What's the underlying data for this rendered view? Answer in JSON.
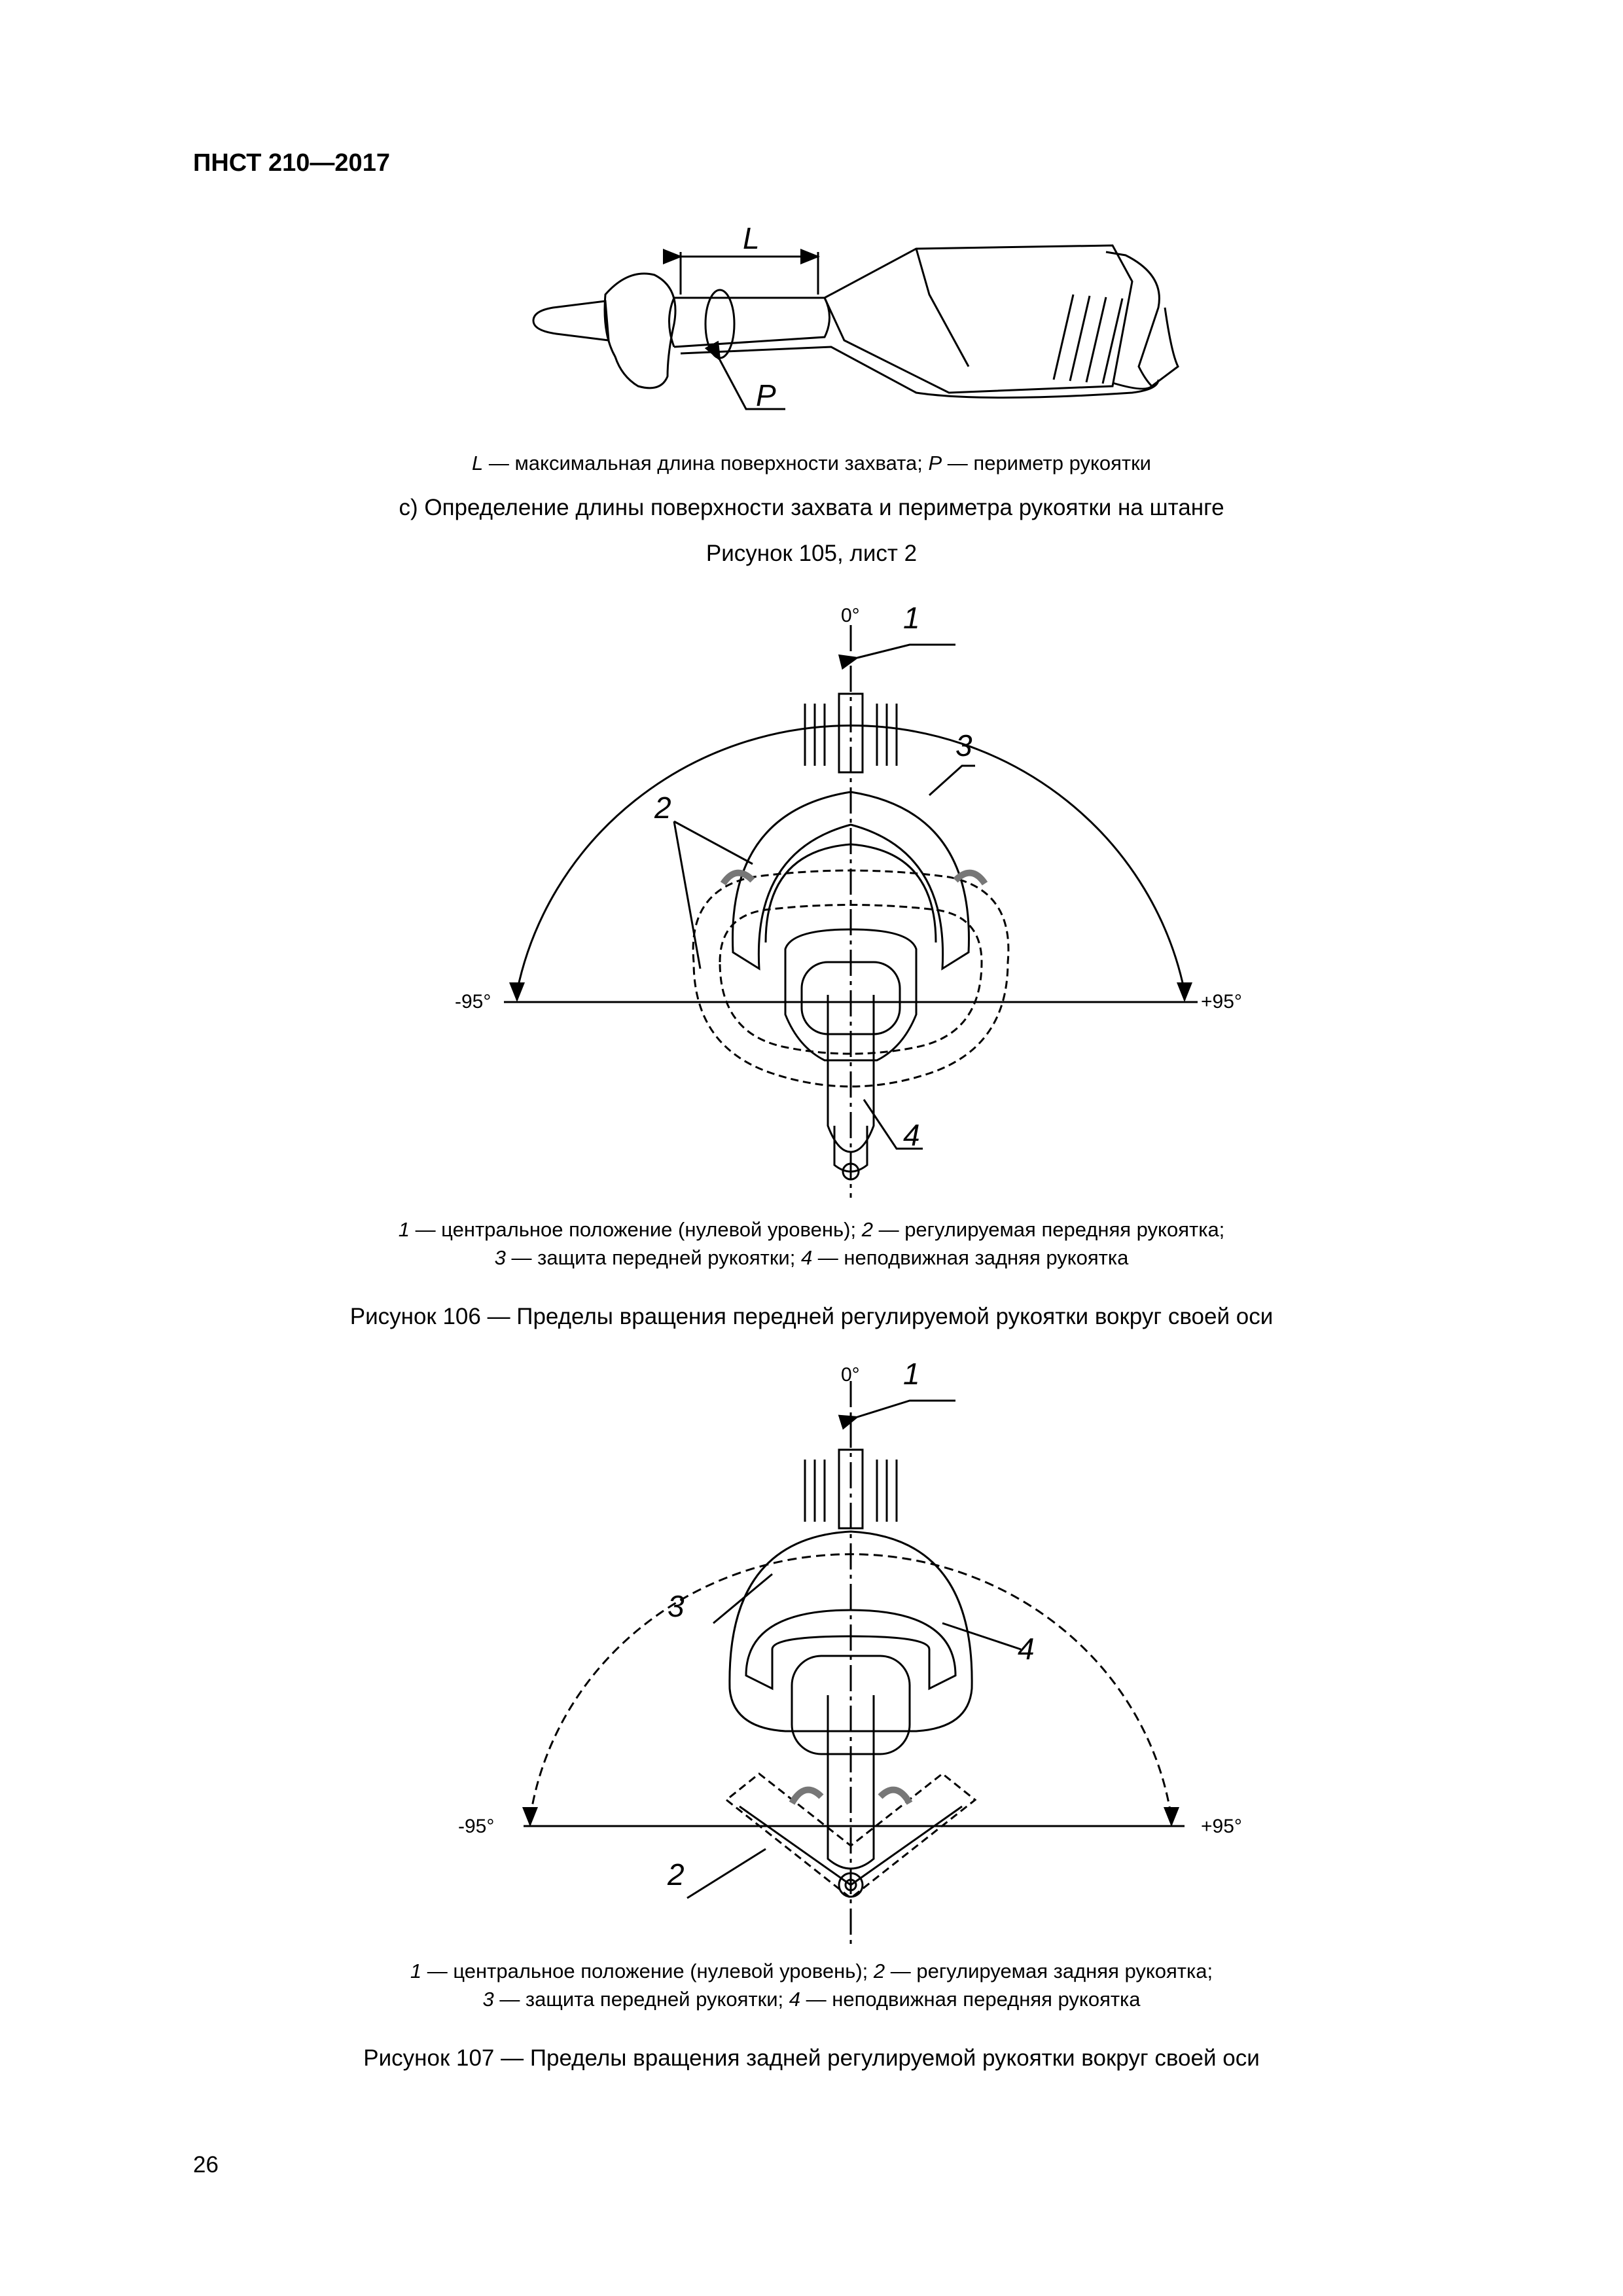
{
  "header": {
    "doc_id": "ПНСТ 210—2017"
  },
  "fig105": {
    "label_L": "L",
    "label_P": "P",
    "legend": {
      "L_sym": "L",
      "L_text": " — максимальная длина поверхности захвата; ",
      "P_sym": "P",
      "P_text": " — периметр рукоятки"
    },
    "subcaption": "с) Определение длины поверхности захвата и периметра рукоятки на штанге",
    "caption": "Рисунок 105, лист 2"
  },
  "fig106": {
    "angle_zero": "0°",
    "angle_minus": "-95°",
    "angle_plus": "+95°",
    "callouts": [
      "1",
      "2",
      "3",
      "4"
    ],
    "legend_line1": {
      "n1": "1",
      "t1": " — центральное положение (нулевой уровень); ",
      "n2": "2",
      "t2": " — регулируемая передняя рукоятка;"
    },
    "legend_line2": {
      "n3": "3",
      "t3": " — защита передней рукоятки; ",
      "n4": "4",
      "t4": " — неподвижная задняя рукоятка"
    },
    "caption": "Рисунок 106 — Пределы вращения передней регулируемой рукоятки вокруг своей оси"
  },
  "fig107": {
    "angle_zero": "0°",
    "angle_minus": "-95°",
    "angle_plus": "+95°",
    "callouts": [
      "1",
      "2",
      "3",
      "4"
    ],
    "legend_line1": {
      "n1": "1",
      "t1": " — центральное положение (нулевой уровень); ",
      "n2": "2",
      "t2": " — регулируемая задняя рукоятка;"
    },
    "legend_line2": {
      "n3": "3",
      "t3": " — защита передней рукоятки; ",
      "n4": "4",
      "t4": " — неподвижная передняя рукоятка"
    },
    "caption": "Рисунок 107 — Пределы вращения задней регулируемой рукоятки вокруг своей оси"
  },
  "page_number": "26"
}
